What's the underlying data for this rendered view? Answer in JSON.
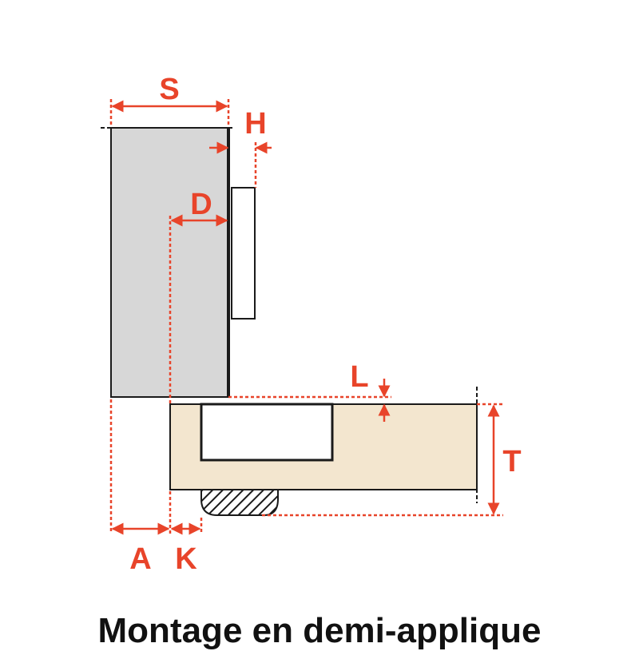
{
  "caption": "Montage en demi-applique",
  "labels": {
    "S": "S",
    "H": "H",
    "D": "D",
    "L": "L",
    "T": "T",
    "A": "A",
    "K": "K"
  },
  "colors": {
    "dimension": "#e8442a",
    "door": "#d7d7d7",
    "cabinet_side": "#f3e6cf",
    "outline": "#1a1a1a",
    "caption": "#111111"
  }
}
